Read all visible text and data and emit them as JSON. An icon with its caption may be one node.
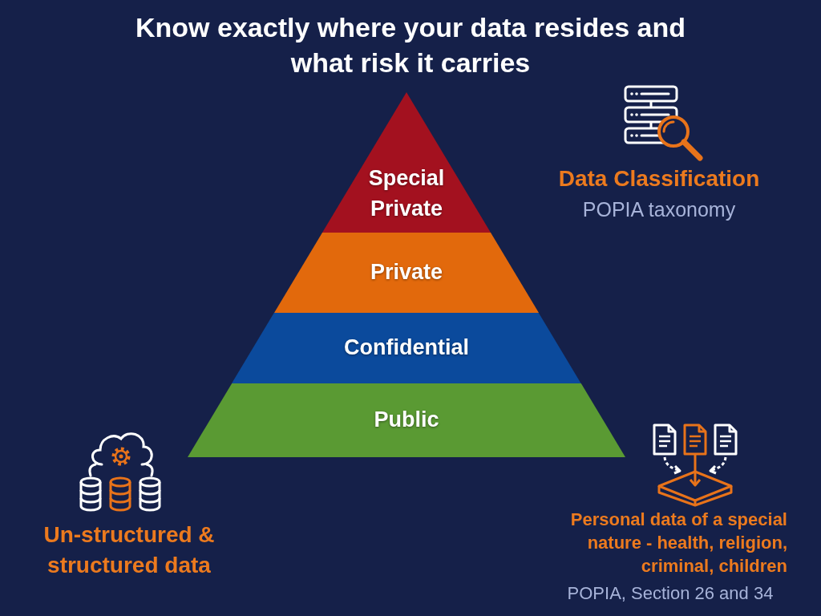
{
  "diagram": {
    "title": "Know exactly where your data resides and what risk it carries",
    "nodes": [
      {
        "text": [
          "Special Private"
        ]
      },
      {
        "text": [
          "Private"
        ]
      },
      {
        "text": [
          "Confidential"
        ]
      },
      {
        "text": [
          "Public"
        ]
      }
    ],
    "labels": [
      "Data Classification",
      "POPIA taxonomy",
      "Un-structured & structured data",
      "Personal data of a special nature - health, religion, criminal, children",
      "POPIA, Section 26 and 34"
    ]
  }
}
